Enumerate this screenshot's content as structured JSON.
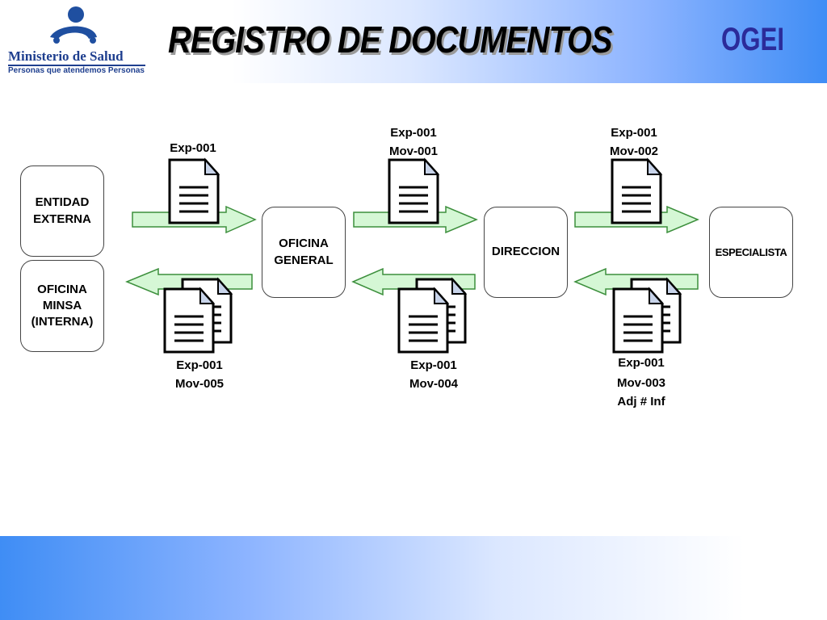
{
  "header": {
    "title": "REGISTRO DE DOCUMENTOS",
    "subtitle": "OGEI",
    "logo": {
      "name": "Ministerio de Salud",
      "tagline": "Personas que atendemos Personas",
      "icon": "ministerio-logo-figure"
    }
  },
  "colors": {
    "arrow_fill": "#d5f7d5",
    "arrow_stroke": "#3c8f3c",
    "header_blue": "#3f8df5",
    "subtitle": "#2b2b9a",
    "logo_blue": "#1f3f8f"
  },
  "nodes": {
    "entidad_externa": "ENTIDAD\nEXTERNA",
    "oficina_minsa": "OFICINA\nMINSA\n(INTERNA)",
    "oficina_general": "OFICINA\nGENERAL",
    "direccion": "DIRECCION",
    "especialista": "ESPECIALISTA"
  },
  "flows": {
    "f1": {
      "line1": "Exp-001"
    },
    "f2": {
      "line1": "Exp-001",
      "line2": "Mov-001"
    },
    "f3": {
      "line1": "Exp-001",
      "line2": "Mov-002"
    },
    "r1": {
      "line1": "Exp-001",
      "line2": "Mov-003",
      "line3": "Adj # Inf"
    },
    "r2": {
      "line1": "Exp-001",
      "line2": "Mov-004"
    },
    "r3": {
      "line1": "Exp-001",
      "line2": "Mov-005"
    }
  }
}
